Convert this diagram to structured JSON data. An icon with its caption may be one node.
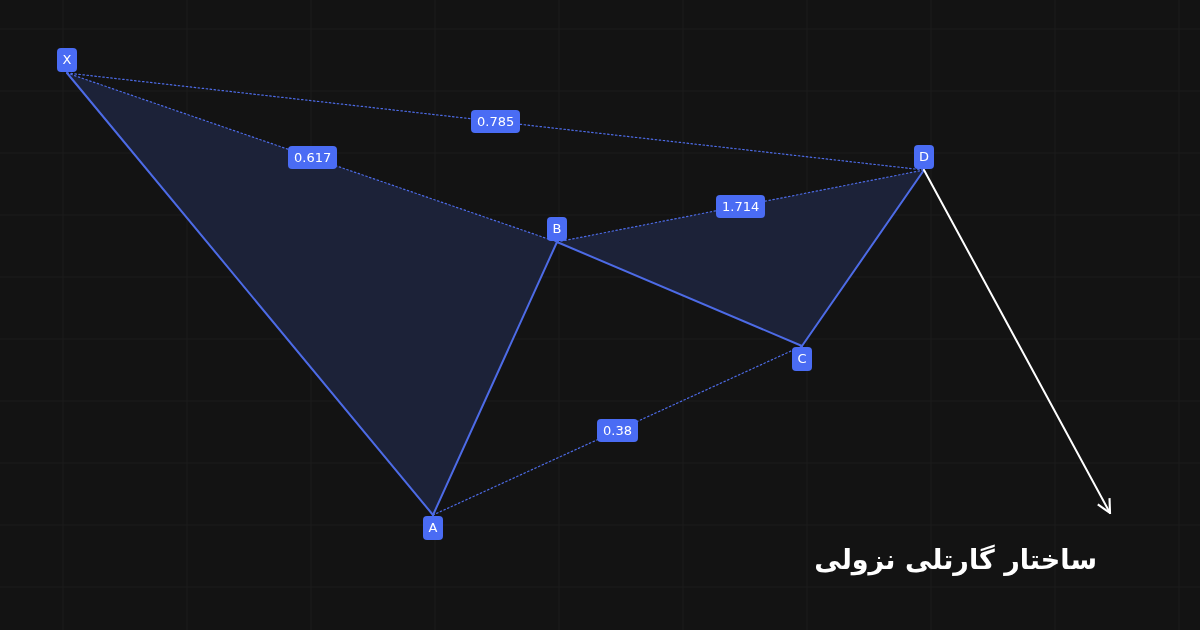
{
  "diagram": {
    "title": "ساختار گارتلی نزولی",
    "nodes": [
      {
        "text": [
          "X"
        ]
      },
      {
        "text": [
          "A"
        ]
      },
      {
        "text": [
          "B"
        ]
      },
      {
        "text": [
          "C"
        ]
      },
      {
        "text": [
          "D"
        ]
      }
    ],
    "edges": [
      {
        "from": 0,
        "to": 1,
        "arrow": "none"
      },
      {
        "from": 1,
        "to": 2,
        "arrow": "none"
      },
      {
        "from": 2,
        "to": 3,
        "arrow": "none"
      },
      {
        "from": 3,
        "to": 4,
        "arrow": "none"
      },
      {
        "from": 0,
        "to": 2,
        "arrow": "none",
        "style": "dashed",
        "label": "0.617"
      },
      {
        "from": 0,
        "to": 4,
        "arrow": "none",
        "style": "dashed",
        "label": "0.785"
      },
      {
        "from": 2,
        "to": 4,
        "arrow": "none",
        "style": "dashed",
        "label": "1.714"
      },
      {
        "from": 1,
        "to": 3,
        "arrow": "none",
        "style": "dashed",
        "label": "0.38"
      },
      {
        "from": 4,
        "to": null,
        "arrow": "to",
        "color": "#ffffff"
      }
    ]
  }
}
